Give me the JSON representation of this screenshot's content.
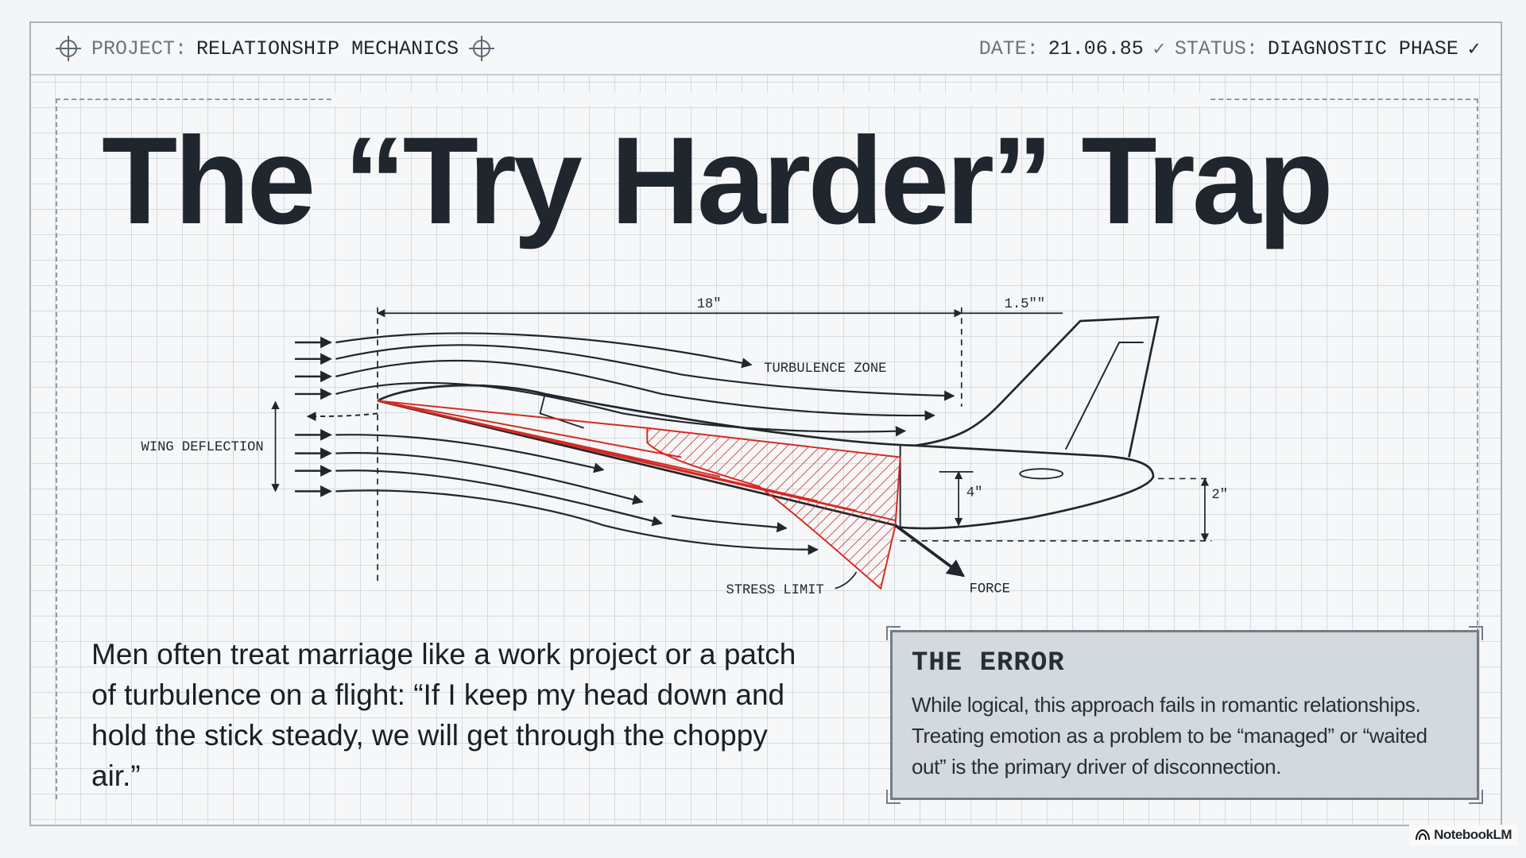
{
  "header": {
    "project_label": "PROJECT:",
    "project_value": "RELATIONSHIP MECHANICS",
    "date_label": "DATE:",
    "date_value": "21.06.85",
    "status_label": "STATUS:",
    "status_value": "DIAGNOSTIC PHASE",
    "check": "✓"
  },
  "title": "The “Try Harder” Trap",
  "diagram": {
    "dim_length": "18\"",
    "dim_tail": "1.5\"\"",
    "turbulence_label": "TURBULENCE ZONE",
    "wing_deflection_label": "WING DEFLECTION",
    "dim_4": "4\"",
    "dim_2": "2\"",
    "stress_label": "STRESS LIMIT",
    "force_label": "FORCE",
    "accent_color": "#d42a22"
  },
  "body_text": "Men often treat marriage like a work project or a patch of turbulence on a flight: “If I keep my head down and hold the stick steady, we will get through the choppy air.”",
  "error_box": {
    "title": "THE ERROR",
    "text": "While logical, this approach fails in romantic relationships. Treating emotion as a problem to be “managed” or “waited out” is the primary driver of disconnection."
  },
  "badge": "NotebookLM"
}
